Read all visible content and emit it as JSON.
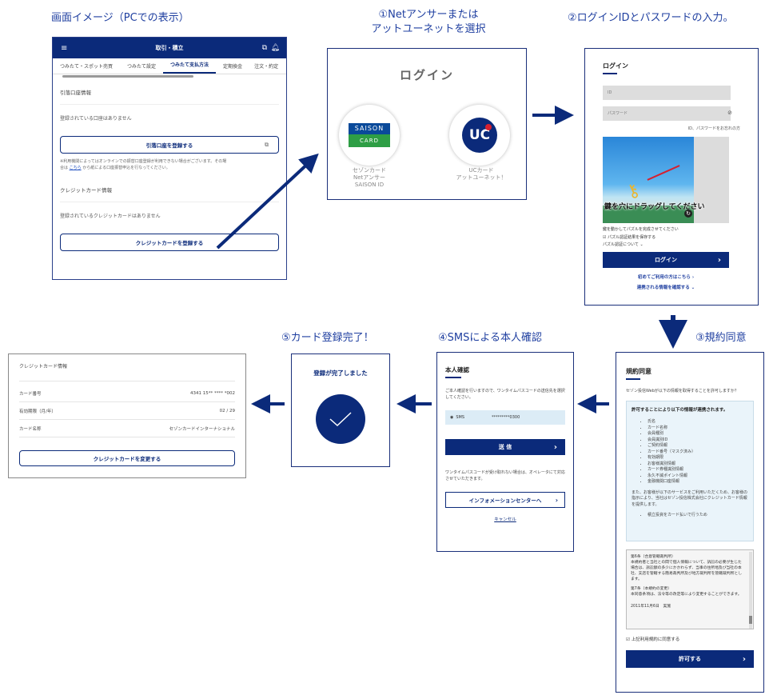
{
  "captions": {
    "screen_image": "画面イメージ（PCでの表示）",
    "step1_line1": "①Netアンサーまたは",
    "step1_line2": "アットユーネットを選択",
    "step2": "②ログインIDとパスワードの入力。",
    "step3": "③規約同意",
    "step4": "④SMSによる本人確認",
    "step5": "⑤カード登録完了！"
  },
  "p1": {
    "header_title": "取引・積立",
    "tabs": [
      "つみたて・スポット売買",
      "つみたて設定",
      "つみたて支払方法",
      "定期換金",
      "注文・約定"
    ],
    "bank_section": "引落口座情報",
    "no_bank": "登録されている口座はありません",
    "register_bank": "引落口座を登録する",
    "note_a": "※利用機関によってはオンラインでの振替口座登録が利用できない場合がございます。その場",
    "note_b": "合は",
    "note_link": "こちら",
    "note_c": "から紙による口座振替申込を行なってください。",
    "card_section": "クレジットカード情報",
    "no_card": "登録されているクレジットカードはありません",
    "register_card": "クレジットカードを登録する"
  },
  "p2": {
    "title": "ログイン",
    "saison_logo_top": "SAISON",
    "saison_logo_bottom": "CARD",
    "saison_l1": "セゾンカード",
    "saison_l2": "Netアンサー",
    "saison_l3": "SAISON ID",
    "uc_logo": "UC",
    "uc_l1": "UCカード",
    "uc_l2": "アットユーネット！"
  },
  "p3": {
    "title": "ログイン",
    "id_placeholder": "ID",
    "pw_placeholder": "パスワード",
    "forgot": "ID、パスワードをお忘れの方",
    "puzzle_text": "鍵を穴にドラッグしてください",
    "puzzle_hint": "鍵を動かしてパズルを完成させてください",
    "save_puzzle": "パズル認証結果を保存する",
    "puzzle_about": "パズル認証について",
    "login_btn": "ログイン",
    "first_time": "初めてご利用の方はこちら",
    "linked_info": "連携される情報を確認する"
  },
  "p4": {
    "title": "規約同意",
    "intro": "セゾン投信Webが以下の情報を取得することを許可しますか？",
    "box_title": "許可することにより以下の情報が連携されます。",
    "items": [
      "氏名",
      "カード名称",
      "会員種別",
      "会員識別ID",
      "ご契約情報",
      "カード番号（マスク済み）",
      "有効期限",
      "お客様識別情報",
      "カード券種識別情報",
      "永久不滅ポイント情報",
      "金融機関口座情報"
    ],
    "after": "また、お客様が以下のサービスをご利用いただくため、お客様の指示により、当社はセゾン投信株式会社にクレジットカード情報を提供します。",
    "service": "積立投資をカード払いで行うため",
    "terms1_title": "第6条（合意管轄裁判所）",
    "terms1_body": "本規約者と当社との間で個人情報について、訴訟の必要が生じた場合は、訴訟額の多少にかかわらず、当事の住所地及び当社の本社、支店を管轄する簡易裁判所及び地方裁判所を管轄裁判所とします。",
    "terms2_title": "第7条（本規約の変更）",
    "terms2_body": "本同意条項は、法令等の改定等により変更することができます。",
    "date": "2011年11月6日　実施",
    "agree": "上記利用規約に同意する",
    "permit_btn": "許可する"
  },
  "p5": {
    "title": "本人確認",
    "desc": "ご本人確認を行いますので、ワンタイムパスコードの送信先を選択してください。",
    "sms_label": "SMS",
    "sms_number": "*********0300",
    "send_btn": "送 信",
    "note": "ワンタイムパスコードが受け取れない場合は、オペレータにて対応させていただきます。",
    "info_btn": "インフォメーションセンターへ",
    "cancel": "キャンセル"
  },
  "p6": {
    "title": "登録が完了しました"
  },
  "p7": {
    "section": "クレジットカード情報",
    "rows": [
      {
        "label": "カード番号",
        "value": "4341 15** **** *002"
      },
      {
        "label": "有効期限（月/年）",
        "value": "02 / 29"
      },
      {
        "label": "カード名称",
        "value": "セゾンカードインターナショナル"
      }
    ],
    "change_btn": "クレジットカードを変更する"
  }
}
